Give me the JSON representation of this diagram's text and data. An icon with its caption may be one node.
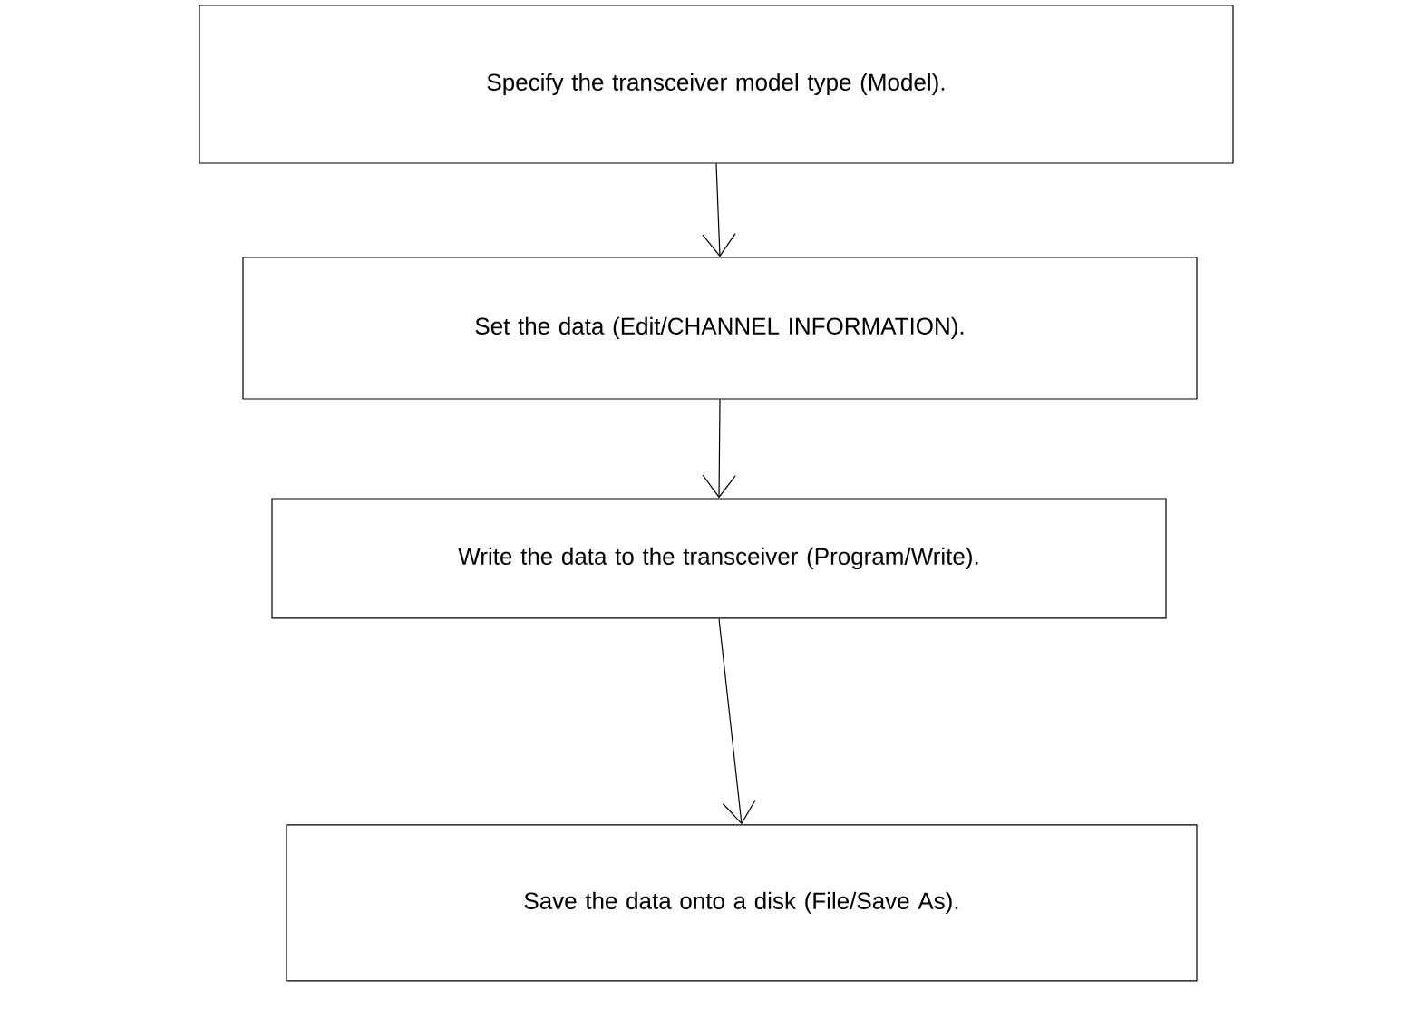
{
  "diagram": {
    "nodes": [
      {
        "text": [
          "Specify the transceiver model type (Model)."
        ]
      },
      {
        "text": [
          "Set the data (Edit/CHANNEL INFORMATION)."
        ]
      },
      {
        "text": [
          "Write the data to the transceiver (Program/Write)."
        ]
      },
      {
        "text": [
          "Save the data onto a disk (File/Save As)."
        ]
      }
    ],
    "edges": [
      {
        "from": 0,
        "to": 1,
        "arrow": "to"
      },
      {
        "from": 1,
        "to": 2,
        "arrow": "to"
      },
      {
        "from": 2,
        "to": 3,
        "arrow": "to"
      }
    ]
  }
}
